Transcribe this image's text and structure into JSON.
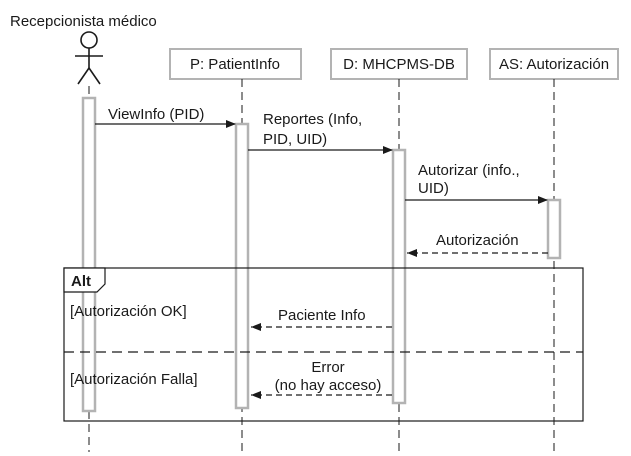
{
  "diagram": {
    "actor": {
      "label": "Recepcionista médico"
    },
    "lifelines": {
      "patient_info": "P: PatientInfo",
      "database": "D: MHCPMS-DB",
      "authorization": "AS: Autorización"
    },
    "messages": {
      "view_info": "ViewInfo (PID)",
      "reports_line1": "Reportes (Info,",
      "reports_line2": "PID, UID)",
      "authorize_line1": "Autorizar (info.,",
      "authorize_line2": "UID)",
      "authorization_return": "Autorización",
      "patient_info_return": "Paciente Info",
      "error_line1": "Error",
      "error_line2": "(no hay acceso)"
    },
    "fragment": {
      "operator": "Alt",
      "guard_ok": "[Autorización OK]",
      "guard_fail": "[Autorización Falla]"
    },
    "colors": {
      "line": "#1a1a1a",
      "activation_border": "#b3b3b3",
      "background": "#ffffff"
    }
  }
}
